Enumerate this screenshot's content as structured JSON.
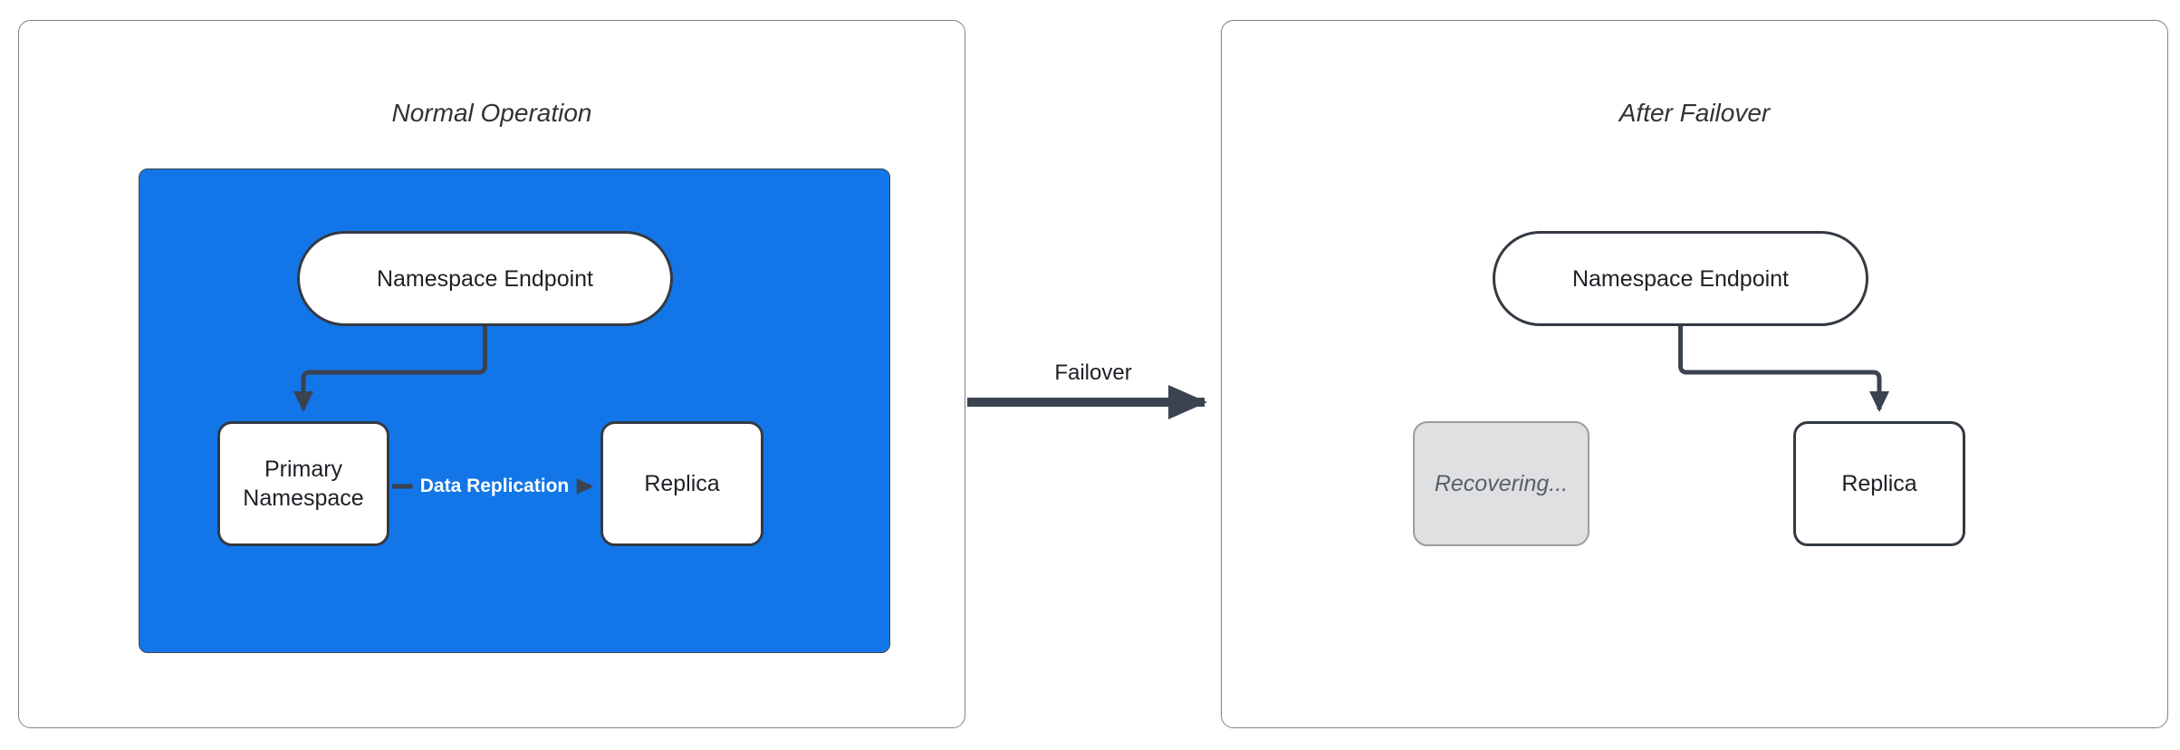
{
  "colors": {
    "cluster-blue": "#1376e8",
    "edge": "#3b4250",
    "node-border": "#333a44",
    "gray-fill": "#dfe0e2",
    "gray-border": "#9b9da1",
    "gray-text": "#5a5f66"
  },
  "panels": {
    "normal": {
      "title": "Normal Operation",
      "endpoint_label": "Namespace Endpoint",
      "primary_label": "Primary Namespace",
      "replica_label": "Replica",
      "replication_edge_label": "Data Replication"
    },
    "failover": {
      "title": "After Failover",
      "endpoint_label": "Namespace Endpoint",
      "recovering_label": "Recovering...",
      "replica_label": "Replica"
    }
  },
  "transition": {
    "label": "Failover"
  }
}
